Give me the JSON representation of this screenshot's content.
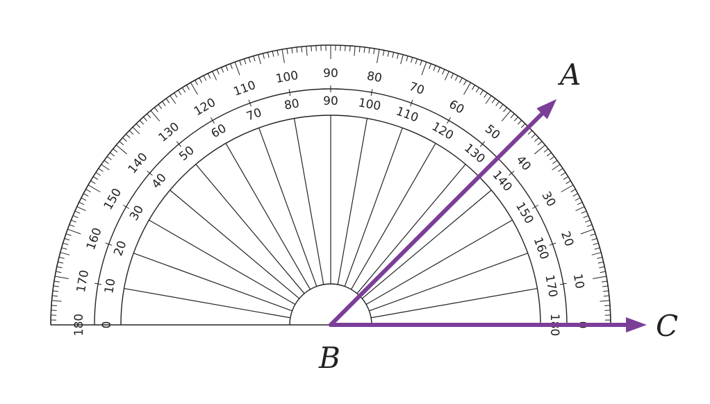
{
  "protractor": {
    "outer_scale_labels": [
      "180",
      "170",
      "160",
      "150",
      "140",
      "130",
      "120",
      "110",
      "100",
      "90",
      "80",
      "70",
      "60",
      "50",
      "40",
      "30",
      "20",
      "10",
      "0"
    ],
    "inner_scale_labels": [
      "0",
      "10",
      "20",
      "30",
      "40",
      "50",
      "60",
      "70",
      "80",
      "90",
      "100",
      "110",
      "120",
      "130",
      "140",
      "150",
      "160",
      "170",
      "180"
    ]
  },
  "rays": {
    "color": "#7b3f98",
    "BA_angle_deg": 45,
    "BC_angle_deg": 0
  },
  "points": {
    "A": "A",
    "B": "B",
    "C": "C"
  }
}
